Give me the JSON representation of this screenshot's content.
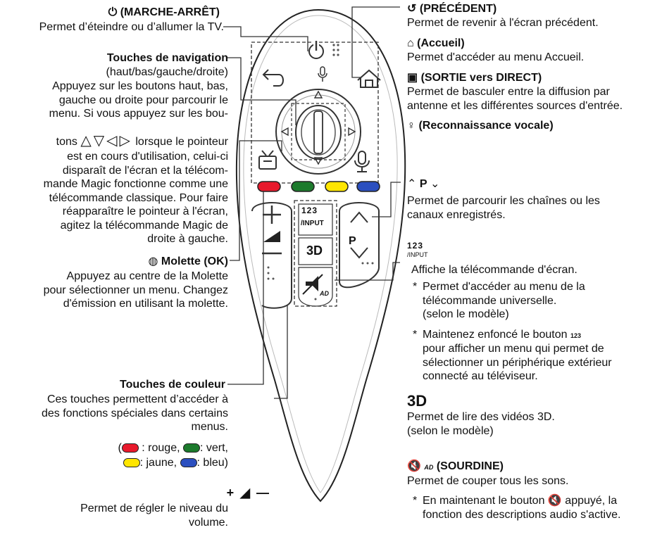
{
  "left": {
    "power": {
      "symbol": "⏻",
      "title": "(MARCHE-ARRÊT)",
      "desc": "Permet d’éteindre ou d’allumer la TV."
    },
    "nav": {
      "title": "Touches de navigation",
      "sub": "(haut/bas/gauche/droite)",
      "desc1": "Appuyez sur les boutons haut, bas,\ngauche ou droite pour parcourir le\nmenu. Si vous appuyez sur les bou-",
      "desc_tons": "tons",
      "desc_arrows": "△▽◁▷",
      "desc_tons_tail": "lorsque le pointeur",
      "desc2": "est en cours d'utilisation, celui-ci\ndisparaît de l'écran et la télécom-\nmande Magic fonctionne comme une\ntélécommande classique. Pour faire\nréapparaître le pointeur à l'écran,\nagitez la télécommande Magic de\ndroite à gauche."
    },
    "wheel": {
      "symbol": "◍",
      "title": "Molette (OK)",
      "desc": "Appuyez au centre de la Molette\npour sélectionner un menu. Changez\nd'émission en utilisant la molette."
    },
    "color": {
      "title": "Touches de couleur",
      "desc": "Ces touches permettent d’accéder à\ndes fonctions spéciales dans certains\nmenus.",
      "open": "(",
      "red": " : rouge, ",
      "green": ": vert,",
      "yellow": ": jaune, ",
      "blue": ": bleu)",
      "colors": {
        "red": "#e8192c",
        "green": "#1c7a2c",
        "yellow": "#ffe600",
        "blue": "#2b4fbf"
      }
    },
    "volume": {
      "symbols": "+ ◢ —",
      "desc": "Permet de régler le niveau du\nvolume."
    }
  },
  "right": {
    "back": {
      "title": "(PRÉCÉDENT)",
      "desc": "Permet de revenir à l'écran précédent."
    },
    "home": {
      "title": "(Accueil)",
      "desc": "Permet d'accéder au menu Accueil."
    },
    "live": {
      "title": "(SORTIE vers DIRECT)",
      "desc": "Permet de basculer entre la diffusion par\nantenne et les différentes sources d'entrée."
    },
    "voice": {
      "title": "(Reconnaissance vocale)"
    },
    "channel": {
      "title": "P",
      "desc": "Permet de parcourir les chaînes ou les\ncanaux enregistrés."
    },
    "input": {
      "label_top": "123",
      "label_bot": "/INPUT",
      "desc": "Affiche la télécommande d'écran.",
      "note1": "Permet d'accéder au menu de la\ntélécommande universelle.\n(selon le modèle)",
      "note2_a": "Maintenez enfoncé le bouton",
      "note2_b": "pour afficher un menu qui permet de\nsélectionner un périphérique extérieur\nconnecté au téléviseur."
    },
    "threed": {
      "title": "3D",
      "desc": "Permet de lire des vidéos 3D.\n(selon le modèle)"
    },
    "mute": {
      "title": "(SOURDINE)",
      "desc": "Permet de couper tous les sons.",
      "note_a": "En maintenant le bouton",
      "note_b": "appuyé, la",
      "note_c": "fonction des descriptions audio s'active.",
      "ad": "AD"
    },
    "star": "*"
  },
  "remote": {
    "p_label": "P",
    "input_top": "123",
    "input_bot": "/INPUT",
    "threed": "3D",
    "ad": "AD"
  }
}
